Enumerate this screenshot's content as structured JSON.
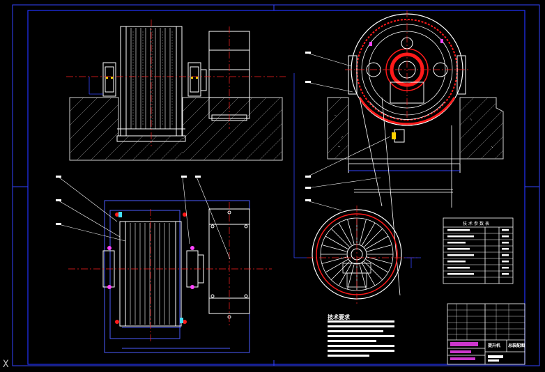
{
  "drawing": {
    "colors": {
      "background": "#000000",
      "outer_frame": "#3344ff",
      "inner_frame": "#2233ff",
      "outline": "#ffffff",
      "centerline": "#ff2020",
      "ground_hatch": "#cfcfcf",
      "hidden_line": "#4d5cff",
      "leader": "#ffffff",
      "accent_red": "#ff1a1a",
      "accent_yellow": "#ffd200",
      "accent_magenta": "#ff44ff",
      "accent_cyan": "#44e0ff"
    },
    "ucs_label": "X",
    "tech_notes_title": "技术要求",
    "parameter_table_title": "技术参数表",
    "title_block": {
      "drawing_name": "提升机",
      "drawing_number": "总装配图"
    },
    "icons": {
      "ucs": "ucs-x-icon"
    }
  }
}
